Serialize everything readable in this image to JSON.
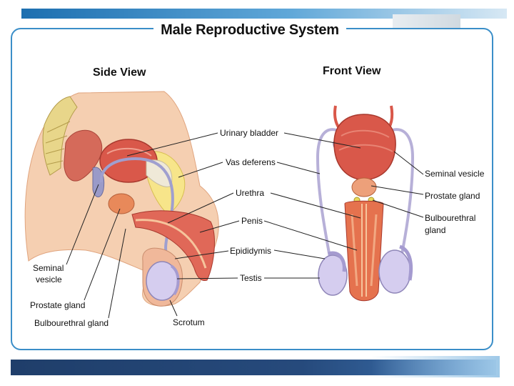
{
  "title": "Male Reproductive System",
  "side_view": {
    "heading": "Side View",
    "labels": {
      "urinary_bladder": "Urinary bladder",
      "vas_deferens": "Vas deferens",
      "urethra": "Urethra",
      "penis": "Penis",
      "epididymis": "Epididymis",
      "testis": "Testis",
      "scrotum": "Scrotum",
      "seminal_vesicle_line1": "Seminal",
      "seminal_vesicle_line2": "vesicle",
      "prostate_gland": "Prostate gland",
      "bulbourethral_gland": "Bulbourethral gland"
    }
  },
  "front_view": {
    "heading": "Front View",
    "labels": {
      "seminal_vesicle": "Seminal vesicle",
      "prostate_gland": "Prostate gland",
      "bulbourethral_line1": "Bulbourethral",
      "bulbourethral_line2": "gland"
    }
  },
  "colors": {
    "frame": "#3a8ec8",
    "muscle": "#d85a4a",
    "skin": "#f3c9a6",
    "testis": "#cfc6e8",
    "fat": "#f4e27a"
  }
}
